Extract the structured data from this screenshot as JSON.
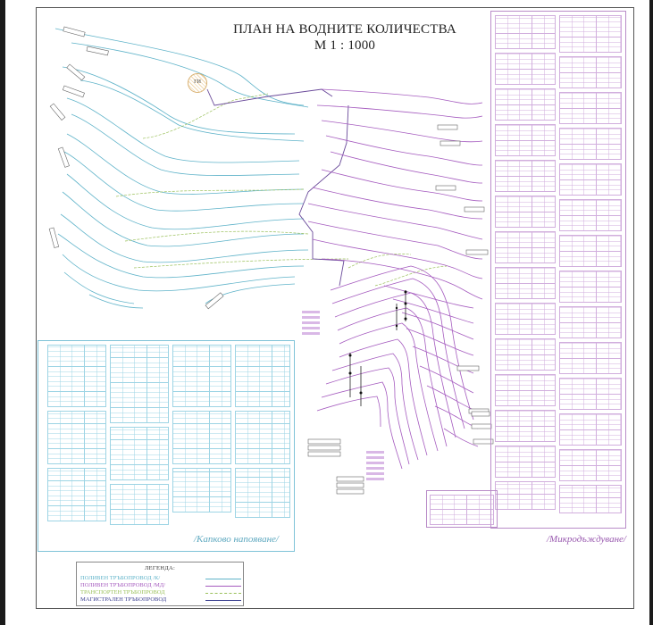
{
  "title": {
    "line1": "ПЛАН НА ВОДНИТЕ КОЛИЧЕСТВА",
    "line2": "М 1 : 1000"
  },
  "water_source": {
    "label": "ГИ"
  },
  "sections": {
    "drip": {
      "label": "/Капково напояване/",
      "color": "#5fa9c0"
    },
    "micro": {
      "label": "/Микродъждуване/",
      "color": "#9a5bb0"
    }
  },
  "legend": {
    "title": "ЛЕГЕНДА:",
    "items": [
      {
        "label": "ПОЛИВЕН ТРЪБОПРОВОД   /К/",
        "color": "#5fb3c9"
      },
      {
        "label": "ПОЛИВЕН ТРЪБОПРОВОД   /МД/",
        "color": "#a55bbf"
      },
      {
        "label": "ТРАНСПОРТЕН ТРЪБОПРОВОД",
        "color": "#9ac05a"
      },
      {
        "label": "МАГИСТРАЛЕН ТРЪБОПРОВОД",
        "color": "#3a3f8f"
      }
    ]
  },
  "colors": {
    "drip_line": "#5fb3c9",
    "micro_line": "#a55bbf",
    "transport_line": "#9ac05a",
    "main_line": "#3a3f8f"
  }
}
